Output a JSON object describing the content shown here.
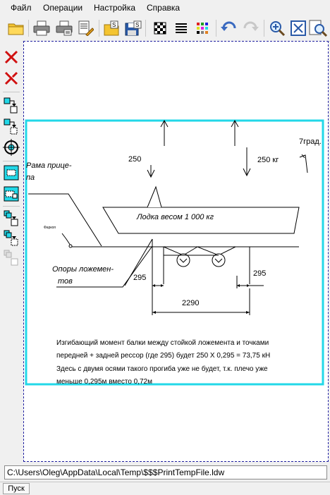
{
  "menu": {
    "file": "Файл",
    "operations": "Операции",
    "settings": "Настройка",
    "help": "Справка"
  },
  "drawing": {
    "load_left": "250",
    "load_right": "250 кг",
    "angle": "7град.",
    "frame_label_1": "Рама прице-",
    "frame_label_2": "па",
    "boat_label": "Лодка весом 1 000 кг",
    "small_label": "Фаркоп",
    "supports_label_1": "Опоры ложемен-",
    "supports_label_2": "тов",
    "dim_left": "295",
    "dim_right": "295",
    "dim_span": "2290",
    "text_line_1": "Изгибающий момент  балки между стойкой ложемента и точками",
    "text_line_2": "передней + задней рессор  (где 295) будет  250 Х 0,295 = 73,75 кН",
    "text_line_3": "Здесь с двумя осями такого прогиба уже не будет, т.к. плечо уже",
    "text_line_4": "меньше 0,295м вместо 0,72м"
  },
  "status": {
    "path": "C:\\Users\\Oleg\\AppData\\Local\\Temp\\$$$PrintTempFile.ldw"
  },
  "bottom": {
    "start": "Пуск"
  },
  "icons": {
    "toolbar": [
      "open-folder-icon",
      "print-icon",
      "print-preview-icon",
      "page-setup-icon",
      "open-file-icon",
      "save-icon",
      "grid-icon",
      "lines-icon",
      "palette-icon",
      "undo-icon",
      "redo-icon",
      "zoom-in-icon",
      "zoom-fit-icon",
      "zoom-page-icon"
    ],
    "left": [
      "delete-icon",
      "delete-all-icon",
      "move-down-icon",
      "move-copy-icon",
      "target-icon",
      "select-region-icon",
      "select-region-alt-icon",
      "stack-down-icon",
      "stack-copy-icon",
      "stack-disabled-icon"
    ]
  },
  "colors": {
    "selection_frame": "#22d8e8",
    "canvas_border": "#2020a0"
  }
}
